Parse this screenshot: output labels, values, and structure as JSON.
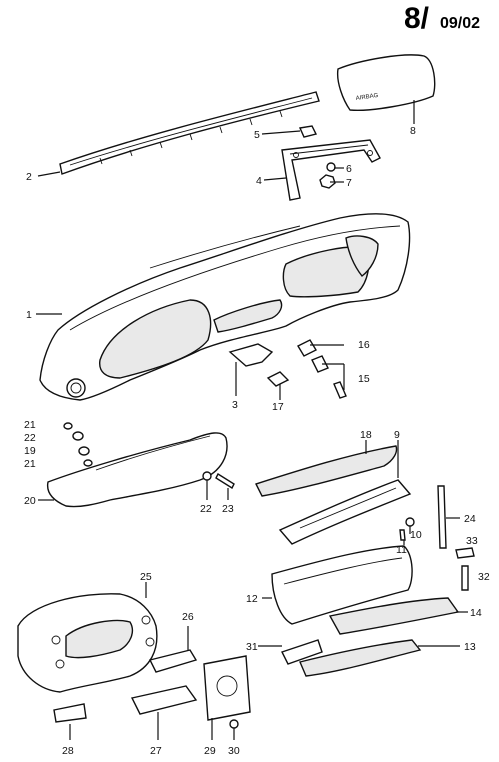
{
  "header": {
    "section": "8/",
    "date": "09/02"
  },
  "airbag_text": "AIRBAG",
  "labels": [
    {
      "id": "1",
      "text": "1"
    },
    {
      "id": "2",
      "text": "2"
    },
    {
      "id": "3",
      "text": "3"
    },
    {
      "id": "4",
      "text": "4"
    },
    {
      "id": "5",
      "text": "5"
    },
    {
      "id": "6",
      "text": "6"
    },
    {
      "id": "7",
      "text": "7"
    },
    {
      "id": "8",
      "text": "8"
    },
    {
      "id": "9",
      "text": "9"
    },
    {
      "id": "10",
      "text": "10"
    },
    {
      "id": "11",
      "text": "11"
    },
    {
      "id": "12",
      "text": "12"
    },
    {
      "id": "13",
      "text": "13"
    },
    {
      "id": "14",
      "text": "14"
    },
    {
      "id": "15",
      "text": "15"
    },
    {
      "id": "16",
      "text": "16"
    },
    {
      "id": "17",
      "text": "17"
    },
    {
      "id": "18",
      "text": "18"
    },
    {
      "id": "19",
      "text": "19"
    },
    {
      "id": "20",
      "text": "20"
    },
    {
      "id": "21a",
      "text": "21"
    },
    {
      "id": "21b",
      "text": "21"
    },
    {
      "id": "22a",
      "text": "22"
    },
    {
      "id": "22b",
      "text": "22"
    },
    {
      "id": "23",
      "text": "23"
    },
    {
      "id": "24",
      "text": "24"
    },
    {
      "id": "25",
      "text": "25"
    },
    {
      "id": "26",
      "text": "26"
    },
    {
      "id": "27",
      "text": "27"
    },
    {
      "id": "28",
      "text": "28"
    },
    {
      "id": "29",
      "text": "29"
    },
    {
      "id": "30",
      "text": "30"
    },
    {
      "id": "31",
      "text": "31"
    },
    {
      "id": "32",
      "text": "32"
    },
    {
      "id": "33",
      "text": "33"
    }
  ]
}
